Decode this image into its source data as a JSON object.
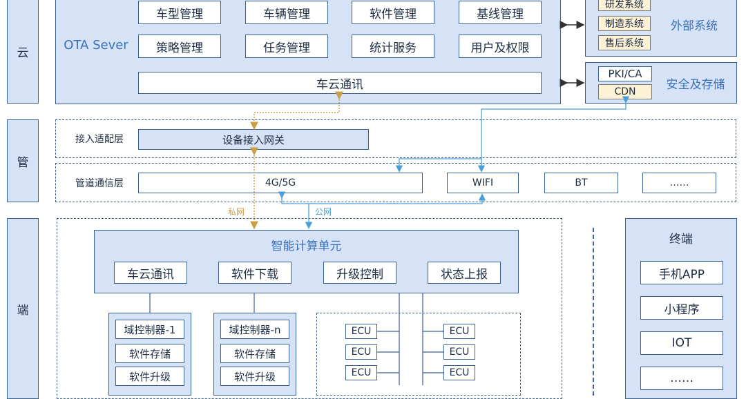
{
  "layers": {
    "cloud": "云",
    "pipe": "管",
    "end": "端"
  },
  "ota": {
    "title": "OTA Sever",
    "modules": [
      "车型管理",
      "车辆管理",
      "软件管理",
      "基线管理",
      "策略管理",
      "任务管理",
      "统计服务",
      "用户及权限"
    ],
    "comm": "车云通讯"
  },
  "external": {
    "title": "外部系统",
    "items": [
      "研发系统",
      "制造系统",
      "售后系统"
    ]
  },
  "security": {
    "title": "安全及存储",
    "items": [
      "PKI/CA",
      "CDN"
    ]
  },
  "access_layer": {
    "label": "接入适配层",
    "gateway": "设备接入网关"
  },
  "channel_layer": {
    "label": "管道通信层",
    "items": [
      "4G/5G",
      "WIFI",
      "BT",
      "……"
    ]
  },
  "network": {
    "private": "私网",
    "public": "公网"
  },
  "compute_unit": {
    "title": "智能计算单元",
    "items": [
      "车云通讯",
      "软件下载",
      "升级控制",
      "状态上报"
    ]
  },
  "domain_controllers": [
    {
      "name": "域控制器-1",
      "items": [
        "软件存储",
        "软件升级"
      ]
    },
    {
      "name": "域控制器-n",
      "items": [
        "软件存储",
        "软件升级"
      ]
    }
  ],
  "ecu_label": "ECU",
  "terminal": {
    "title": "终端",
    "items": [
      "手机APP",
      "小程序",
      "IOT",
      "……"
    ]
  },
  "colors": {
    "panel": "#d6e3f7",
    "border": "#3a5f96",
    "private_line": "#c9a04a",
    "public_line": "#4a9fd8",
    "highlight": "#fdf1d6"
  }
}
